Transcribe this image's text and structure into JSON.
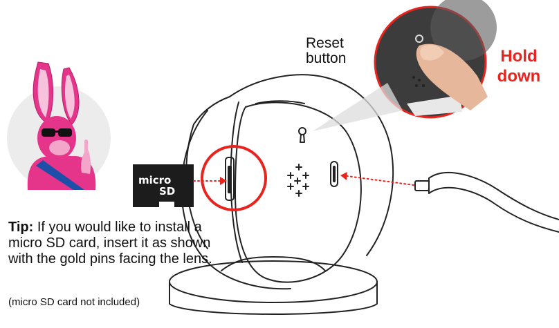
{
  "labels": {
    "reset_line1": "Reset",
    "reset_line2": "button",
    "hold_line1": "Hold",
    "hold_line2": "down"
  },
  "sd_card": {
    "text_line1": "micro",
    "text_line2": "SD"
  },
  "tip": {
    "heading": "Tip:",
    "body": " If you would like to install a micro SD card, insert it as shown with the gold pins facing the lens.",
    "note": "(micro SD card not included)"
  },
  "colors": {
    "accent_red": "#e8241f",
    "mascot_pink": "#e4358a",
    "outline": "#222222",
    "tip_text": "#111111"
  },
  "icons": {
    "mascot": "bunny-mascot-with-sunglasses",
    "sd_card": "micro-sd-card-icon",
    "usb_cable": "usb-cable-icon",
    "finger_photo": "finger-pressing-reset-photo"
  }
}
